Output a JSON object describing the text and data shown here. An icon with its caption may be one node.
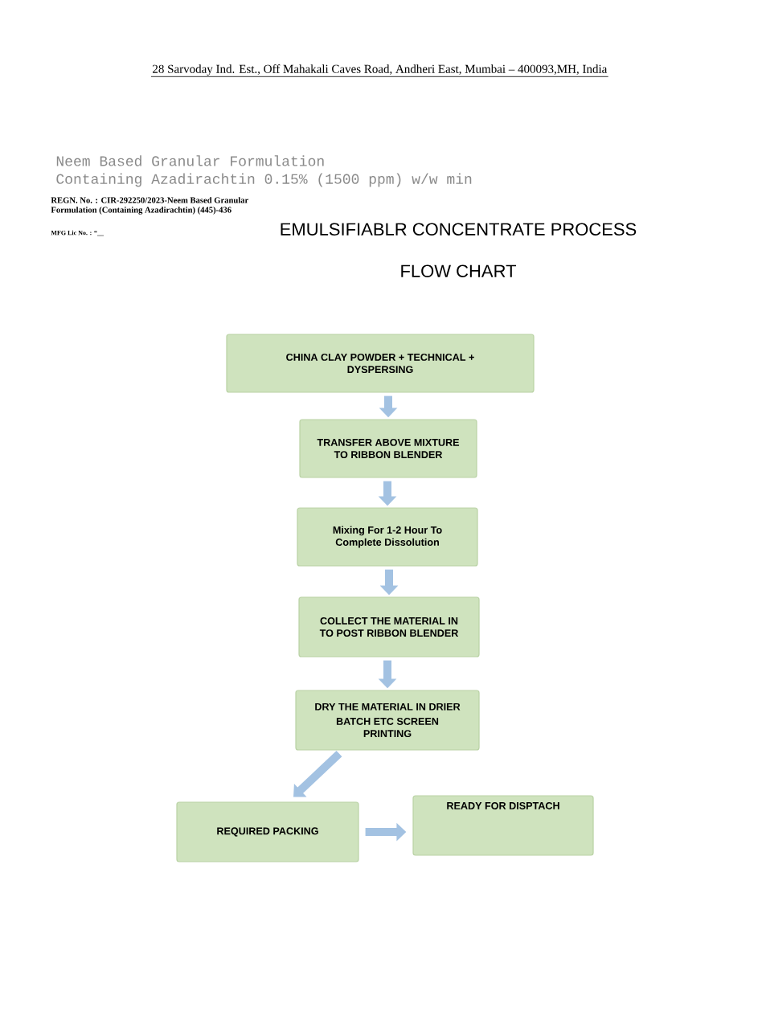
{
  "diagram": {
    "title": "EMULSIFIABLR CONCENTRATE PROCESS FLOW CHART",
    "nodes": [
      {
        "text": [
          "CHINA CLAY POWDER + TECHNICAL + DYSPERSING"
        ]
      },
      {
        "text": [
          "TRANSFER ABOVE MIXTURE TO RIBBON BLENDER"
        ]
      },
      {
        "text": [
          "Mixing For 1-2 Hour To Complete Dissolution"
        ]
      },
      {
        "text": [
          "COLLECT THE MATERIAL IN TO POST RIBBON BLENDER"
        ]
      },
      {
        "text": [
          "DRY THE MATERIAL IN DRIER",
          "BATCH ETC SCREEN PRINTING"
        ]
      },
      {
        "text": [
          "REQUIRED PACKING"
        ]
      },
      {
        "text": [
          "READY FOR DISPTACH"
        ]
      }
    ],
    "edges": [
      {
        "from": 0,
        "to": 1,
        "arrow": "to"
      },
      {
        "from": 1,
        "to": 2,
        "arrow": "to"
      },
      {
        "from": 2,
        "to": 3,
        "arrow": "to"
      },
      {
        "from": 3,
        "to": 4,
        "arrow": "to"
      },
      {
        "from": 4,
        "to": 5,
        "arrow": "to"
      },
      {
        "from": 5,
        "to": 6,
        "arrow": "to"
      }
    ],
    "labels": [
      "28 Sarvoday Ind. Est., Off Mahakali Caves Road, Andheri East, Mumbai – 400093,MH, India",
      "Neem Based Granular Formulation",
      "Containing Azadirachtin 0.15% (1500 ppm) w/w min",
      "REGN. No. : CIR-292250/2023-Neem Based Granular Formulation (Containing Azadirachtin) (445)-436",
      "MFG Lic No. : “__"
    ]
  }
}
